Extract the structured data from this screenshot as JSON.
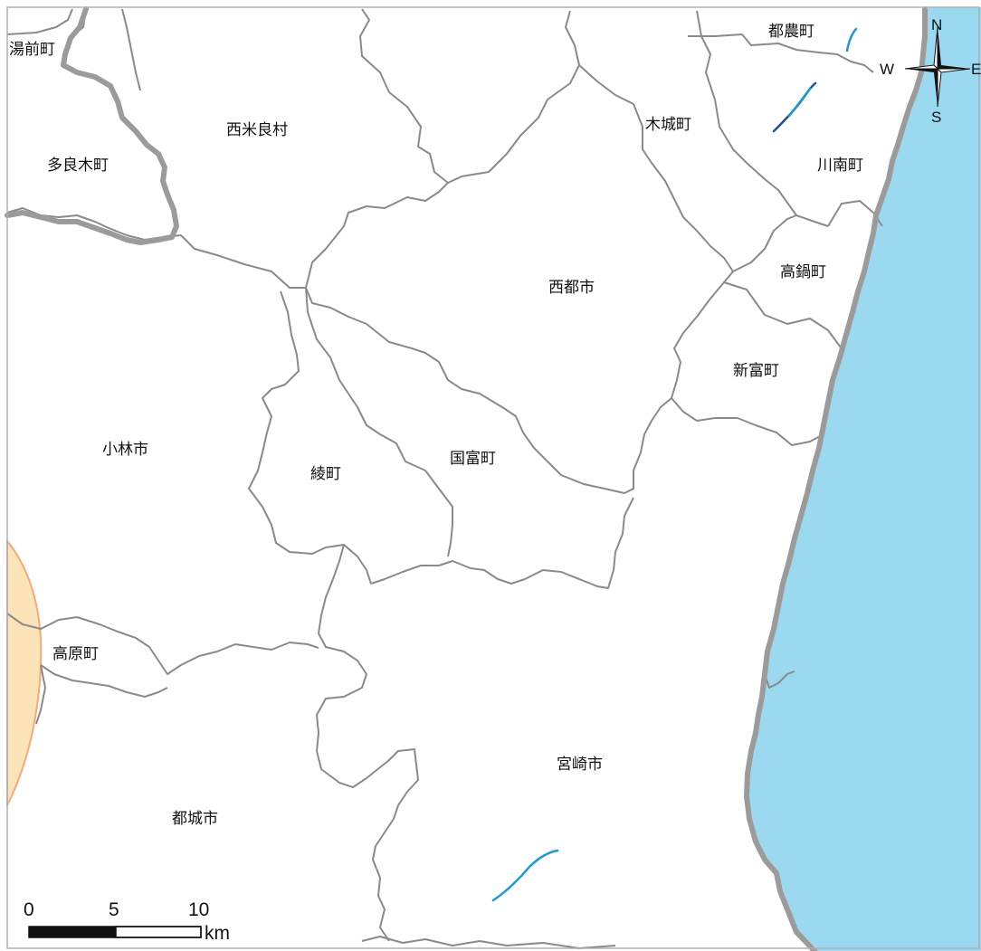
{
  "colors": {
    "sea": "#9bd9f0",
    "zone": "#fde3b8",
    "zone_edge": "#f4a97a",
    "boundary": "#8a8a8a",
    "pref_boundary": "#9b9b9b",
    "river_light": "#1a9ad6",
    "river_dark": "#1d4f9c",
    "frame": "#b0b0b0"
  },
  "places": [
    {
      "name": "湯前町"
    },
    {
      "name": "西米良村"
    },
    {
      "name": "多良木町"
    },
    {
      "name": "都農町"
    },
    {
      "name": "木城町"
    },
    {
      "name": "川南町"
    },
    {
      "name": "高鍋町"
    },
    {
      "name": "西都市"
    },
    {
      "name": "新富町"
    },
    {
      "name": "小林市"
    },
    {
      "name": "綾町"
    },
    {
      "name": "国富町"
    },
    {
      "name": "高原町"
    },
    {
      "name": "宮崎市"
    },
    {
      "name": "都城市"
    }
  ],
  "compass": {
    "n": "N",
    "s": "S",
    "e": "E",
    "w": "W",
    "icon": "north-arrow-icon"
  },
  "scale_bar": {
    "ticks": [
      "0",
      "5",
      "10"
    ],
    "unit": "km"
  }
}
